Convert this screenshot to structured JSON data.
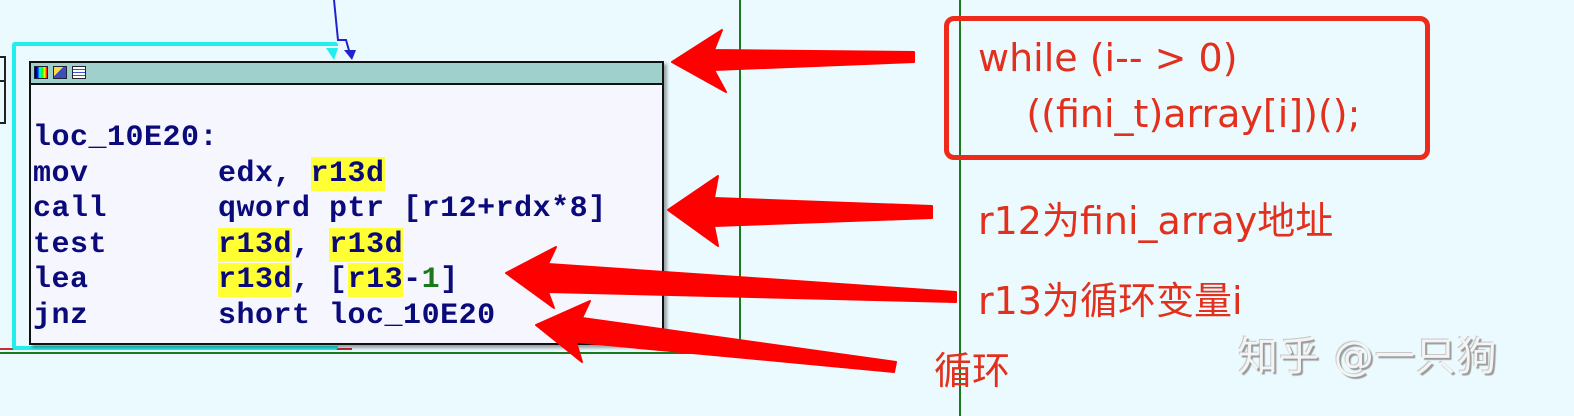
{
  "graph_node": {
    "label": "loc_10E20:",
    "title_icons": [
      "color-palette-icon",
      "edit-node-icon",
      "graph-overview-icon"
    ],
    "instructions": [
      {
        "mnemonic": "mov",
        "operands": [
          {
            "text": "edx, "
          },
          {
            "text": "r13d",
            "highlight": true
          }
        ]
      },
      {
        "mnemonic": "call",
        "operands": [
          {
            "text": "qword ptr [r12+rdx*8]"
          }
        ]
      },
      {
        "mnemonic": "test",
        "operands": [
          {
            "text": "r13d",
            "highlight": true
          },
          {
            "text": ", "
          },
          {
            "text": "r13d",
            "highlight": true
          }
        ]
      },
      {
        "mnemonic": "lea",
        "operands": [
          {
            "text": "r13d",
            "highlight": true
          },
          {
            "text": ", ["
          },
          {
            "text": "r13",
            "highlight": true
          },
          {
            "text": "-"
          },
          {
            "text": "1",
            "number": true
          },
          {
            "text": "]"
          }
        ]
      },
      {
        "mnemonic": "jnz",
        "operands": [
          {
            "text": "short loc_10E20"
          }
        ]
      }
    ]
  },
  "annotations": {
    "source_code_line1": "while (i-- > 0)",
    "source_code_line2": "    ((fini_t)array[i])();",
    "r12_note": "r12为fini_array地址",
    "r13_note": "r13为循环变量i",
    "loop_note": "循环"
  },
  "watermark": "知乎 @一只狗",
  "colors": {
    "background": "#eafaff",
    "annotation_red": "#e2301c",
    "arrow_red": "#ff0000",
    "register_highlight": "#ffff33",
    "code_text": "#0a0a7a",
    "titlebar": "#a0d0cc",
    "edge_green": "#1c7a1c",
    "edge_cyan": "#22eeee",
    "edge_blue": "#2222cc"
  }
}
